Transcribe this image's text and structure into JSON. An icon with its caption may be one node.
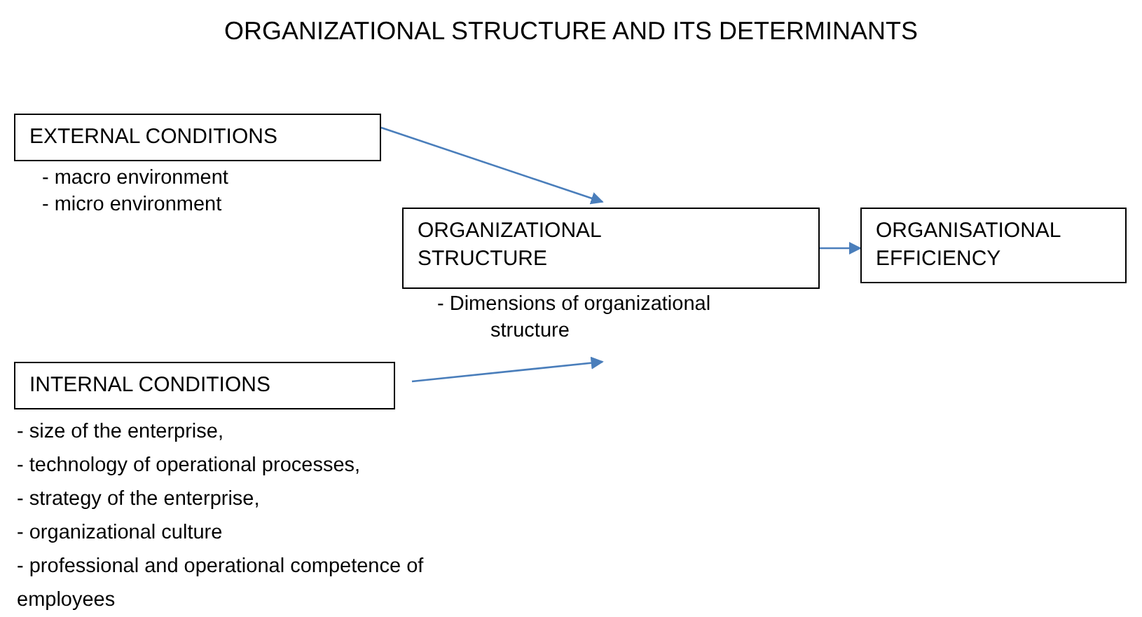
{
  "diagram": {
    "title": "ORGANIZATIONAL STRUCTURE AND ITS DETERMINANTS",
    "nodes": [
      {
        "text": [
          "EXTERNAL CONDITIONS"
        ],
        "beside": [
          "- macro environment",
          "- micro environment"
        ]
      },
      {
        "text": [
          "ORGANIZATIONAL STRUCTURE"
        ],
        "beside": [
          "- Dimensions of organizational structure"
        ]
      },
      {
        "text": [
          "ORGANISATIONAL EFFICIENCY"
        ]
      },
      {
        "text": [
          "INTERNAL CONDITIONS"
        ],
        "beside": [
          "- size of the enterprise,",
          "- technology of operational processes,",
          "- strategy of the enterprise,",
          "- organizational culture",
          "- professional and operational competence of employees"
        ]
      }
    ],
    "edges": [
      {
        "from": 0,
        "to": 1,
        "arrow": "to"
      },
      {
        "from": 1,
        "to": 2,
        "arrow": "to"
      },
      {
        "from": 3,
        "to": 1,
        "arrow": "to"
      }
    ]
  }
}
